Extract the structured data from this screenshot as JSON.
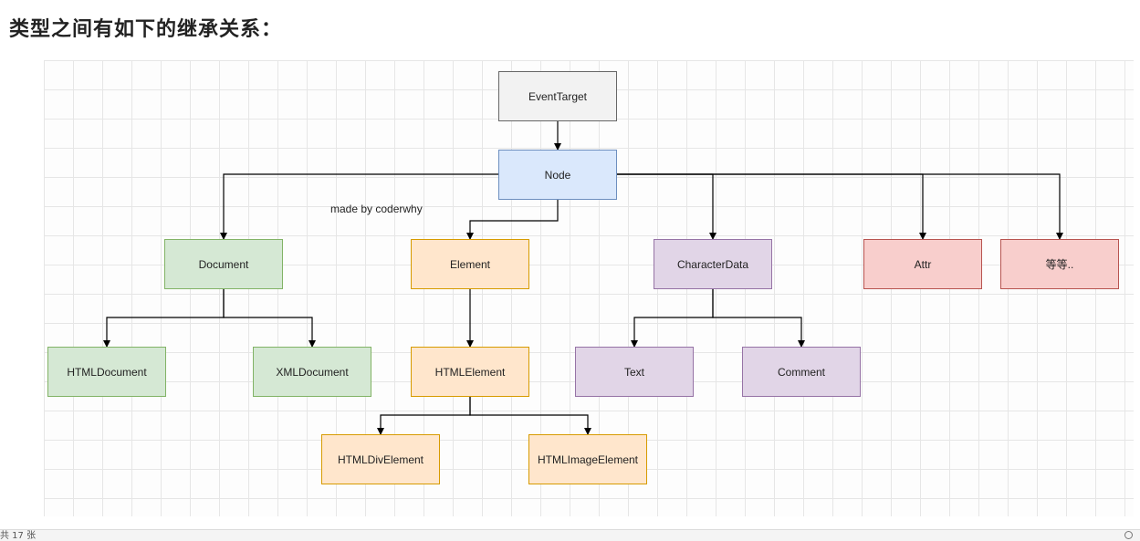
{
  "heading": "类型之间有如下的继承关系：",
  "note": "made by coderwhy",
  "nodes": {
    "eventtarget": "EventTarget",
    "node": "Node",
    "document": "Document",
    "element": "Element",
    "characterdata": "CharacterData",
    "attr": "Attr",
    "etc": "等等..",
    "htmldocument": "HTMLDocument",
    "xmldocument": "XMLDocument",
    "htmlelement": "HTMLElement",
    "text": "Text",
    "comment": "Comment",
    "htmldivelement": "HTMLDivElement",
    "htmlimageelement": "HTMLImageElement"
  },
  "edges": [
    [
      "eventtarget",
      "node"
    ],
    [
      "node",
      "document"
    ],
    [
      "node",
      "element"
    ],
    [
      "node",
      "characterdata"
    ],
    [
      "node",
      "attr"
    ],
    [
      "node",
      "etc"
    ],
    [
      "document",
      "htmldocument"
    ],
    [
      "document",
      "xmldocument"
    ],
    [
      "element",
      "htmlelement"
    ],
    [
      "htmlelement",
      "htmldivelement"
    ],
    [
      "htmlelement",
      "htmlimageelement"
    ],
    [
      "characterdata",
      "text"
    ],
    [
      "characterdata",
      "comment"
    ]
  ],
  "colors": {
    "gray": "#f2f2f2",
    "blue": "#dae8fc",
    "green": "#d5e8d4",
    "orange": "#ffe6cc",
    "purple": "#e1d5e7",
    "red": "#f8cecc",
    "edge": "#000000"
  },
  "statusbar": {
    "text": "共 17 张"
  }
}
